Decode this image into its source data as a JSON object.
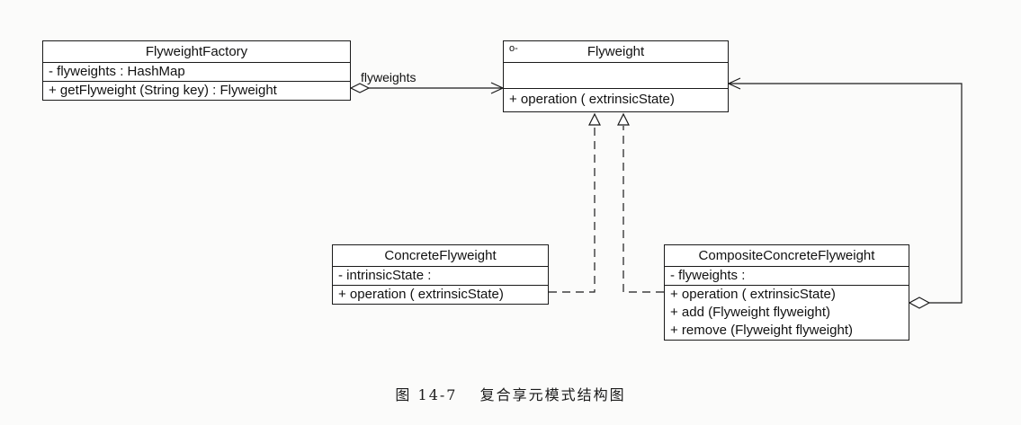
{
  "classes": {
    "factory": {
      "name": "FlyweightFactory",
      "attributes": [
        "- flyweights : HashMap"
      ],
      "operations": [
        "+ getFlyweight (String key) : Flyweight"
      ]
    },
    "flyweight": {
      "stereotype_mark": "o-",
      "name": "Flyweight",
      "attributes": [],
      "operations": [
        "+ operation ( extrinsicState)"
      ]
    },
    "concrete": {
      "name": "ConcreteFlyweight",
      "attributes": [
        "- intrinsicState :"
      ],
      "operations": [
        "+ operation ( extrinsicState)"
      ]
    },
    "composite": {
      "name": "CompositeConcreteFlyweight",
      "attributes": [
        "- flyweights :"
      ],
      "operations": [
        "+ operation ( extrinsicState)",
        "+ add (Flyweight flyweight)",
        "+ remove (Flyweight flyweight)"
      ]
    }
  },
  "associations": {
    "factory_to_flyweight_label": "flyweights"
  },
  "caption": {
    "number": "图 14-7",
    "title": "复合享元模式结构图"
  },
  "colors": {
    "line": "#1a1a1a",
    "background": "#fbfbfa"
  }
}
